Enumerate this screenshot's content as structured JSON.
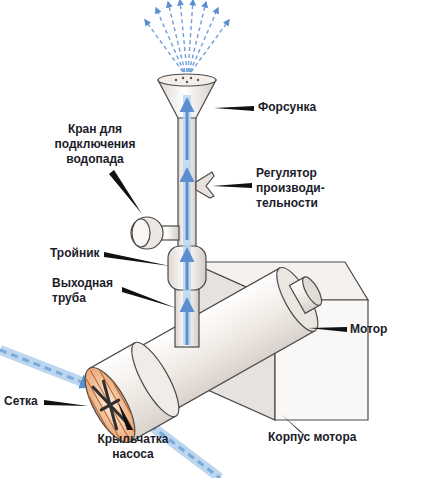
{
  "diagram": {
    "labels": [
      "Кран для подключения водопада",
      "Форсунка",
      "Регулятор производи-тельности",
      "Тройник",
      "Выходная труба",
      "Мотор",
      "Сетка",
      "Крыльчатка насоса",
      "Корпус мотора"
    ]
  }
}
